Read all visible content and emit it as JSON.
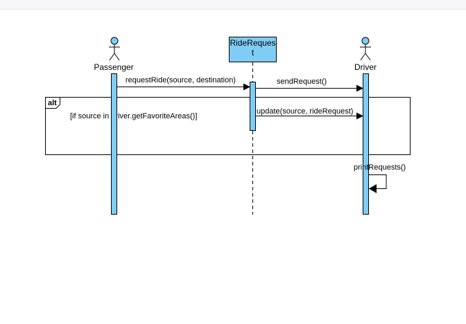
{
  "colors": {
    "activation_fill": "#7fcdf5",
    "stroke": "#000000",
    "background": "#ffffff"
  },
  "participants": {
    "passenger": {
      "name": "Passenger",
      "kind": "actor"
    },
    "ride_request": {
      "name_line1": "RideReques",
      "name_line2": "t",
      "kind": "object"
    },
    "driver": {
      "name": "Driver",
      "kind": "actor"
    }
  },
  "messages": {
    "request_ride": "requestRide(source, destination)",
    "send_request": "sendRequest()",
    "update": "update(source, rideRequest)",
    "print_requests": "printRequests()"
  },
  "fragment": {
    "operator": "alt",
    "guard": "[if source in driver.getFavoriteAreas()]"
  }
}
